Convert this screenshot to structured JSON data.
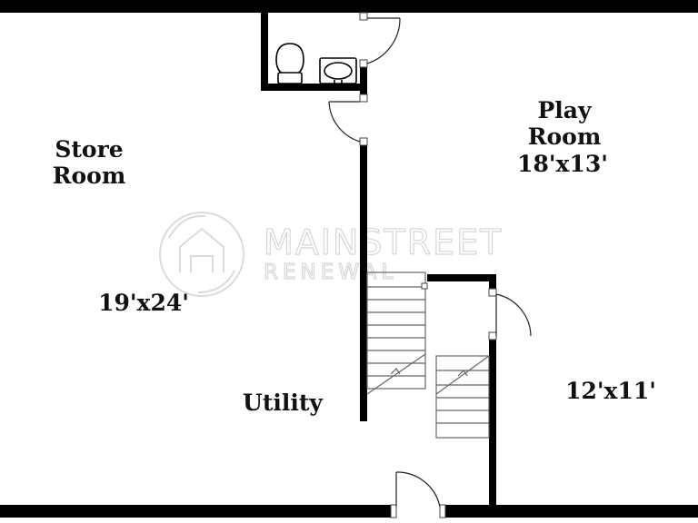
{
  "rooms": {
    "store_room": {
      "name_line1": "Store",
      "name_line2": "Room",
      "dimensions": "19'x24'"
    },
    "play_room": {
      "name_line1": "Play",
      "name_line2": "Room",
      "dimensions": "18'x13'"
    },
    "utility": {
      "name": "Utility"
    },
    "side_room": {
      "dimensions": "12'x11'"
    }
  },
  "watermark": {
    "brand_line1": "MAINSTREET",
    "brand_line2": "RENEWAL",
    "logo_icon": "house-arrows-logo-icon"
  },
  "colors": {
    "walls": "#000000",
    "background": "#ffffff",
    "watermark": "#c9c9c9"
  }
}
